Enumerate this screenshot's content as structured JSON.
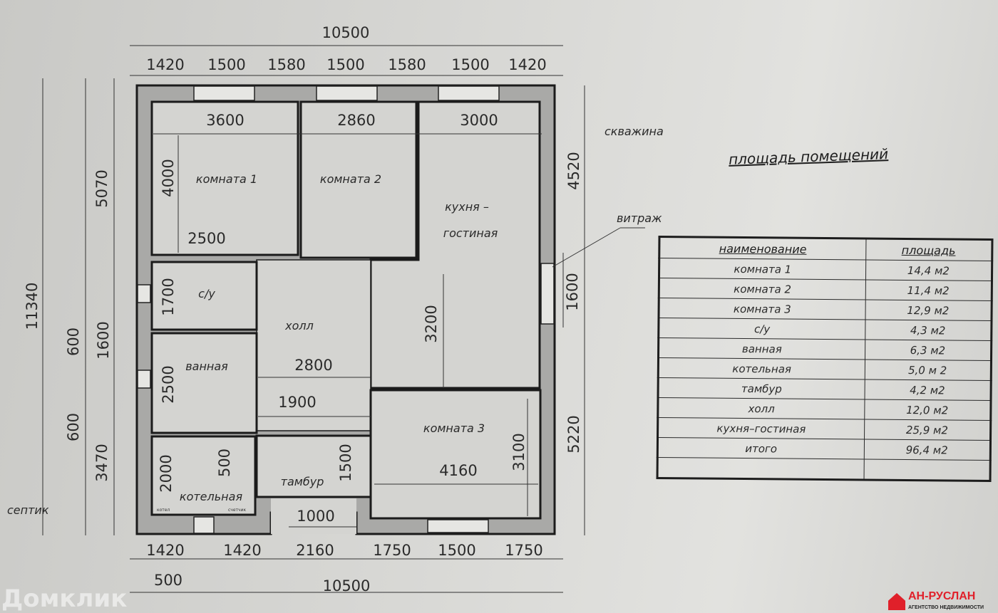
{
  "plan": {
    "top_total": "10500",
    "top_dims": [
      "1420",
      "1500",
      "1580",
      "1500",
      "1580",
      "1500",
      "1420"
    ],
    "bottom_dims": [
      "1420",
      "1420",
      "2160",
      "1750",
      "1500",
      "1750"
    ],
    "bottom_total": "10500",
    "bottom_small": "500",
    "left_dims": {
      "total": "11340",
      "upper": "5070",
      "d600a": "600",
      "d1600": "1600",
      "d600b": "600",
      "d3470": "3470"
    },
    "right_dims": {
      "upper": "4520",
      "window": "1600",
      "lower": "5220"
    },
    "inner_dims": {
      "k1_w": "3600",
      "k2_w": "2860",
      "kitchen_w": "3000",
      "k1_h": "4000",
      "k1_door": "2500",
      "wc_h": "1700",
      "bath_h": "2500",
      "hall_w": "2800",
      "hall_1900": "1900",
      "kitchen_h": "3200",
      "k3_h": "3100",
      "k3_w": "4160",
      "boiler_h": "2000",
      "boiler_500": "500",
      "tambur_h": "1500",
      "entry_w": "1000"
    },
    "rooms": {
      "room1": "комната 1",
      "room2": "комната 2",
      "kitchen1": "кухня –",
      "kitchen2": "гостиная",
      "wc": "с/у",
      "hall": "холл",
      "bath": "ванная",
      "room3": "комната 3",
      "boiler": "котельная",
      "tambur": "тамбур"
    },
    "notes": {
      "well": "скважина",
      "vitrage": "витраж",
      "septic": "септик",
      "boiler_unit": "котел",
      "meter": "счетчик"
    }
  },
  "area_table": {
    "title": "площадь помещений",
    "headers": [
      "наименование",
      "площадь"
    ],
    "rows": [
      [
        "комната 1",
        "14,4 м2"
      ],
      [
        "комната 2",
        "11,4 м2"
      ],
      [
        "комната 3",
        "12,9 м2"
      ],
      [
        "с/у",
        "4,3 м2"
      ],
      [
        "ванная",
        "6,3 м2"
      ],
      [
        "котельная",
        "5,0 м 2"
      ],
      [
        "тамбур",
        "4,2 м2"
      ],
      [
        "холл",
        "12,0 м2"
      ],
      [
        "кухня–гостиная",
        "25,9 м2"
      ],
      [
        "итого",
        "96,4 м2"
      ]
    ]
  },
  "watermark": "Домклик",
  "logo": {
    "name": "АН-РУСЛАН",
    "subtitle": "АГЕНТСТВО НЕДВИЖИМОСТИ"
  },
  "colors": {
    "logo_red": "#e0202a"
  }
}
